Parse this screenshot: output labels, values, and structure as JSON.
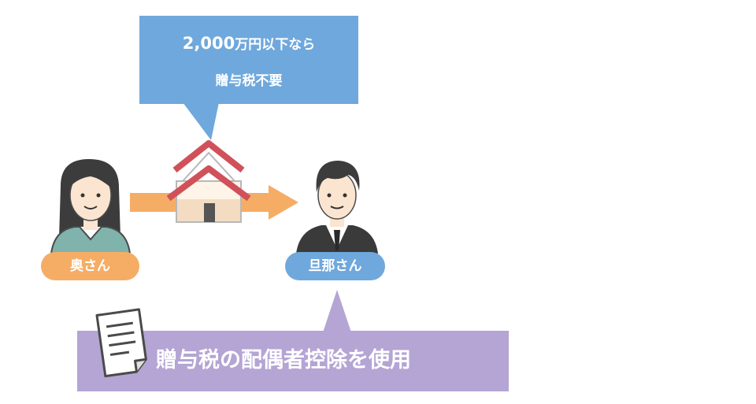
{
  "callout_top": {
    "amount": "2,000",
    "unit": "万円以下なら",
    "line2": "贈与税不要"
  },
  "wife_label": "奥さん",
  "husband_label": "旦那さん",
  "banner_text": "贈与税の配偶者控除を使用",
  "colors": {
    "blue": "#6fa8dc",
    "orange": "#f5ad65",
    "purple": "#b4a5d4",
    "roof_red": "#d0515a",
    "hair": "#3c3c3c"
  }
}
